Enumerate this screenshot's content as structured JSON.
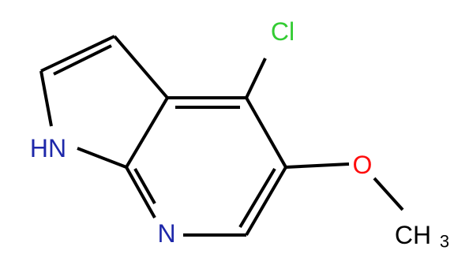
{
  "molecule": {
    "atoms": {
      "cl": {
        "label": "Cl",
        "color": "#33cc33"
      },
      "nh": {
        "label": "HN",
        "color": "#1e28aa"
      },
      "n": {
        "label": "N",
        "color": "#1e28aa"
      },
      "o": {
        "label": "O",
        "color": "#ff0d0d"
      },
      "ch3_main": {
        "label": "CH",
        "color": "#000000"
      },
      "ch3_sub": {
        "label": "3",
        "color": "#000000"
      }
    },
    "bond_color": "#000000"
  }
}
